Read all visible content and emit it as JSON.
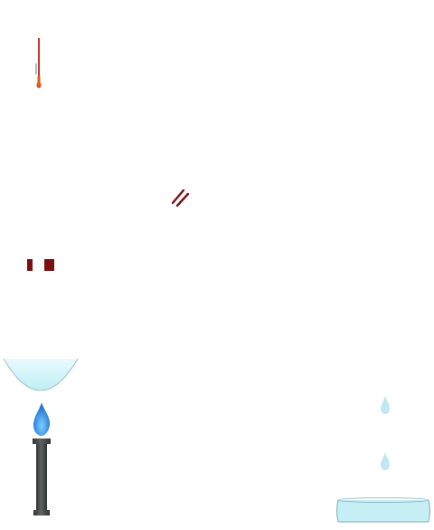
{
  "scene": {
    "background_color": "#ffffff",
    "items": [
      {
        "key": "thermometer",
        "icon": "thermometer-icon",
        "interactable": true
      },
      {
        "key": "tongs",
        "icon": "tongs-icon",
        "interactable": true
      },
      {
        "key": "stand_block_left",
        "icon": "stand-block-icon",
        "interactable": true
      },
      {
        "key": "stand_block_right",
        "icon": "stand-block-icon",
        "interactable": true
      },
      {
        "key": "evaporating_dish",
        "icon": "dish-icon",
        "interactable": true
      },
      {
        "key": "flame",
        "icon": "flame-icon",
        "interactable": false
      },
      {
        "key": "burner",
        "icon": "burner-icon",
        "interactable": true
      },
      {
        "key": "water_drop_upper",
        "icon": "water-drop-icon",
        "interactable": false
      },
      {
        "key": "water_drop_lower",
        "icon": "water-drop-icon",
        "interactable": false
      },
      {
        "key": "collection_tray",
        "icon": "tray-icon",
        "interactable": true
      }
    ]
  },
  "colors": {
    "thermometer_body": "#c0392b",
    "thermometer_stem": "#8a8a8a",
    "thermometer_bulb": "#e05a1e",
    "dark_red": "#7a1010",
    "dish_liquid_top": "#e8fbfd",
    "dish_liquid_bottom": "#bfeef4",
    "dish_outline": "#8fb6c2",
    "flame_outer": "#1a6fd1",
    "flame_inner": "#7fd0ff",
    "burner_body": "#5f6462",
    "burner_dark": "#2f3332",
    "water_drop": "#bfe9f2",
    "tray_fill": "#c6eff5",
    "tray_outline": "#7faebb"
  }
}
